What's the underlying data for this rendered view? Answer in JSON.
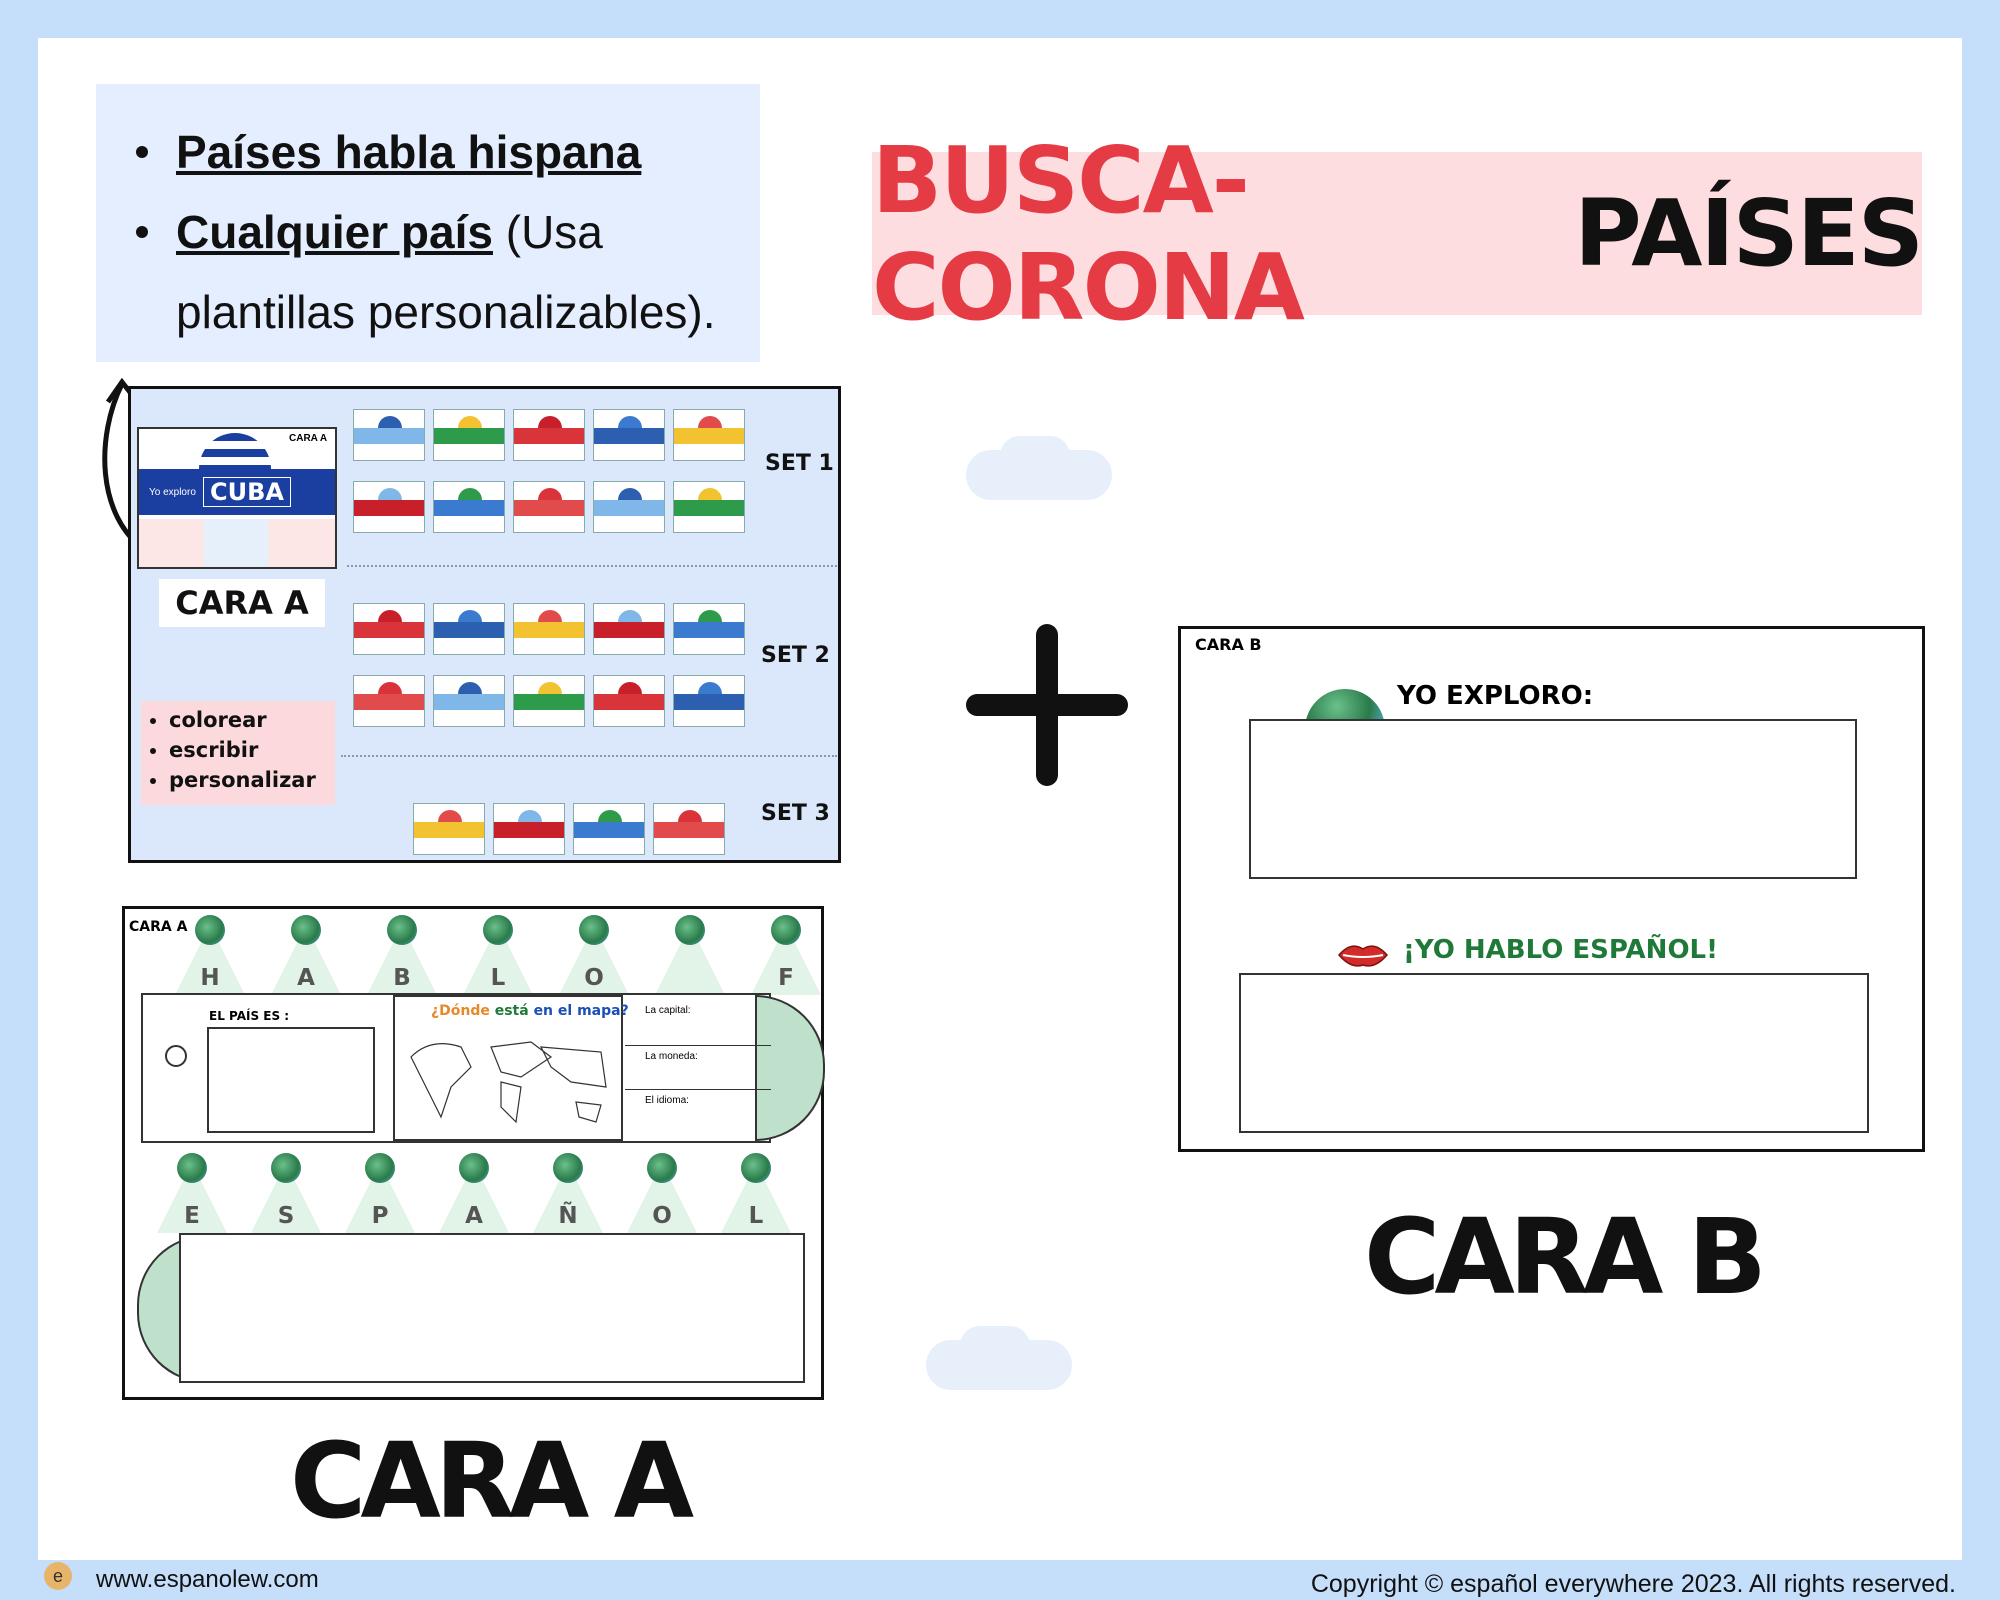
{
  "info": {
    "item1_link": "Países habla hispana",
    "item2_link": "Cualquier país",
    "item2_rest": " (Usa plantillas personalizables)."
  },
  "title": {
    "red": "BUSCA-CORONA",
    "black": "PAÍSES"
  },
  "sets_panel": {
    "set1": "SET 1",
    "set2": "SET 2",
    "set3": "SET 3",
    "cara_label": "CARA A",
    "thumb_cara": "CARA A",
    "thumb_country": "CUBA",
    "thumb_explore": "Yo exploro",
    "tasks": [
      "colorear",
      "escribir",
      "personalizar"
    ]
  },
  "cara_a": {
    "corner": "CARA A",
    "top_letters": [
      "H",
      "A",
      "B",
      "L",
      "O",
      "",
      "F"
    ],
    "bottom_letters": [
      "E",
      "S",
      "P",
      "A",
      "Ñ",
      "O",
      "L"
    ],
    "pais_label": "EL PAÍS ES :",
    "map_q_1": "¿Dónde",
    "map_q_2": "está",
    "map_q_3": "en",
    "map_q_4": "el mapa?",
    "capital": "La capital:",
    "moneda": "La moneda:",
    "idioma": "El idioma:",
    "caption": "CARA A"
  },
  "cara_b": {
    "corner": "CARA B",
    "explore": "YO EXPLORO:",
    "hablo": "¡YO HABLO ESPAÑOL!",
    "caption": "CARA B"
  },
  "footer": {
    "site": "www.espanolew.com",
    "copyright": "Copyright © español everywhere 2023. All rights reserved."
  },
  "colors": {
    "title_red": "#e53b45",
    "sky": "#c5dffb",
    "panel": "#dbe8fb",
    "pink": "#fddddf",
    "green_text": "#1f7a3a"
  }
}
